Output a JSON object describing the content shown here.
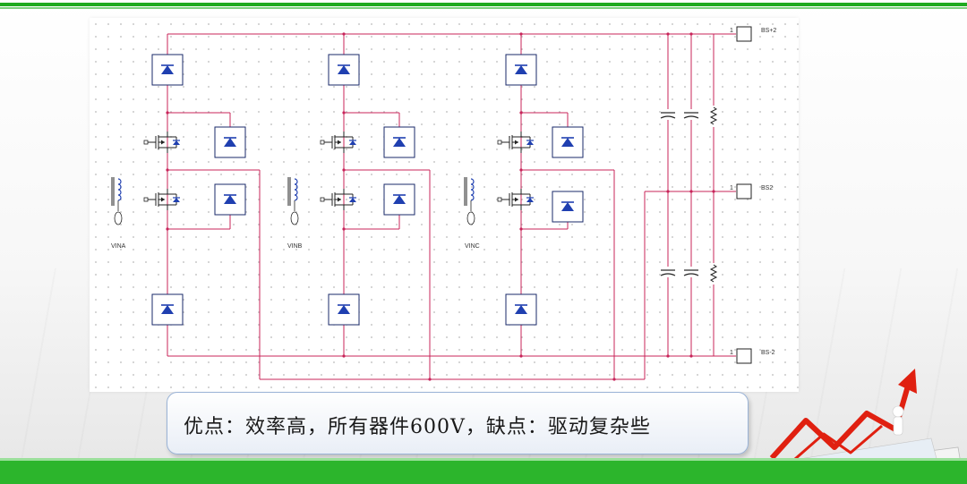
{
  "labels": {
    "vin_a": "VINA",
    "vin_b": "VINB",
    "vin_c": "VINC",
    "out_top": "BS+2",
    "out_mid": "BS2",
    "out_bot": "BS-2",
    "pin": "1"
  },
  "note": "优点：效率高，所有器件600V，缺点：驱动复杂些",
  "colors": {
    "wire": "#c8245a",
    "diode": "#1f3fb0",
    "panel_border": "#9ab3d6",
    "green_band": "#2cb52c"
  }
}
